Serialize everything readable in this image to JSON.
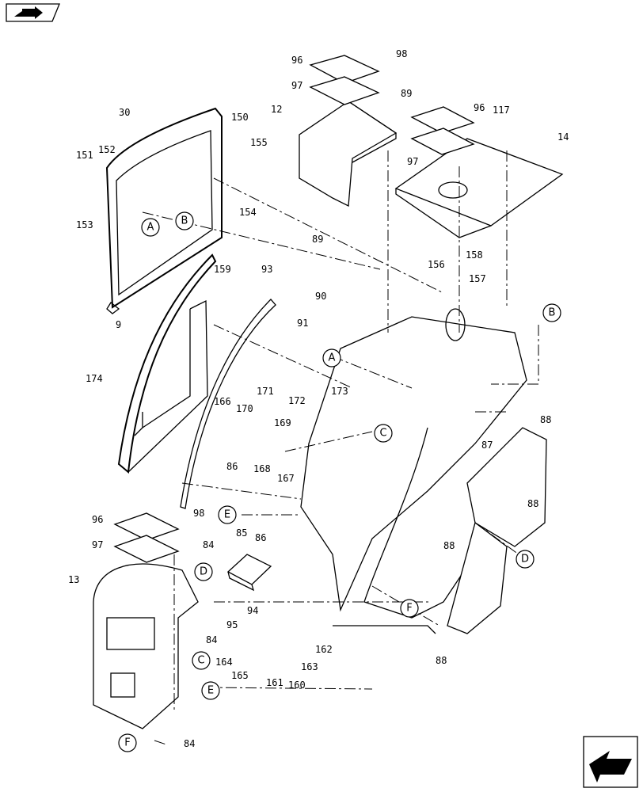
{
  "part_numbers": [
    "98",
    "96",
    "97",
    "12",
    "89",
    "96",
    "117",
    "14",
    "97",
    "30",
    "150",
    "155",
    "151",
    "152",
    "153",
    "154",
    "89",
    "93",
    "159",
    "156",
    "158",
    "157",
    "90",
    "91",
    "9",
    "174",
    "166",
    "171",
    "170",
    "172",
    "173",
    "169",
    "168",
    "167",
    "88",
    "87",
    "86",
    "85",
    "86",
    "88",
    "88",
    "96",
    "98",
    "97",
    "84",
    "13",
    "94",
    "95",
    "84",
    "164",
    "165",
    "161",
    "160",
    "163",
    "162",
    "84",
    "88"
  ],
  "callouts": [
    "A",
    "B",
    "B",
    "A",
    "C",
    "E",
    "D",
    "D",
    "F",
    "C",
    "E",
    "F"
  ],
  "icons": {
    "top_left": "page-flip-icon",
    "bottom_right": "navigation-arrow-icon"
  }
}
